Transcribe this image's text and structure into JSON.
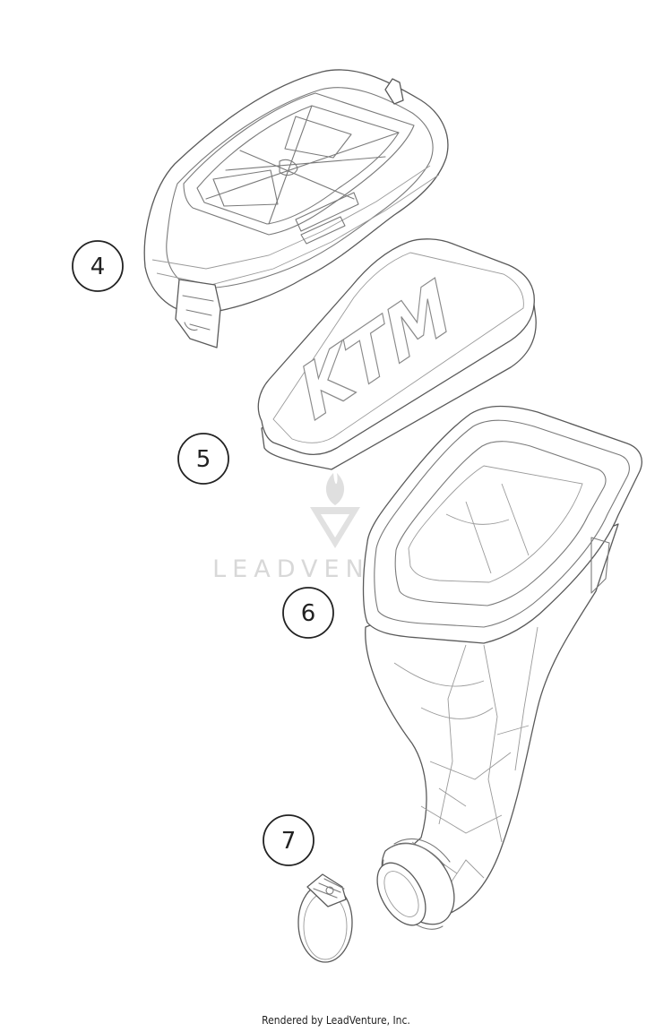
{
  "diagram": {
    "callouts": [
      {
        "id": "4",
        "label": "4"
      },
      {
        "id": "5",
        "label": "5"
      },
      {
        "id": "6",
        "label": "6"
      },
      {
        "id": "7",
        "label": "7"
      }
    ],
    "filter_brand": "KTM"
  },
  "watermark": {
    "text": "LEADVENTURE"
  },
  "footer": {
    "text": "Rendered by LeadVenture, Inc."
  }
}
